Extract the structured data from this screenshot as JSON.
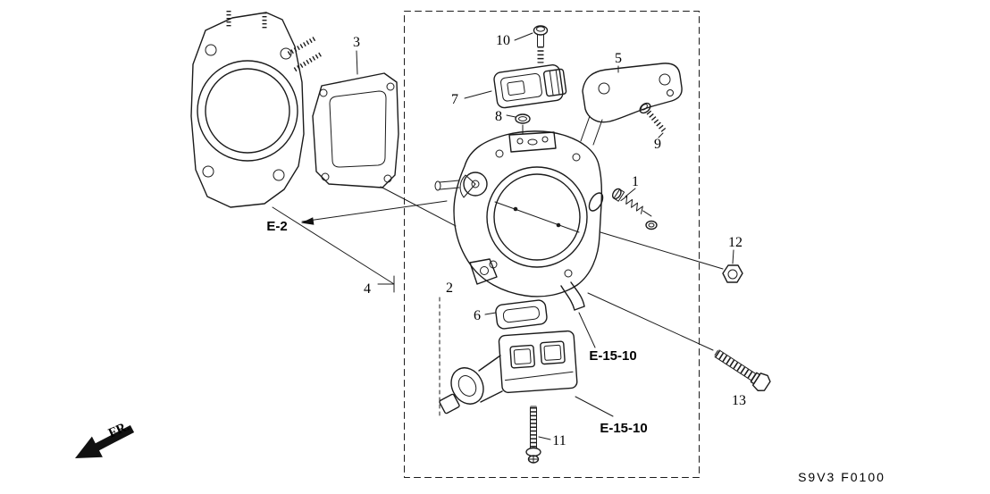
{
  "figure": {
    "callouts": [
      "1",
      "2",
      "3",
      "4",
      "5",
      "6",
      "7",
      "8",
      "9",
      "10",
      "11",
      "12",
      "13"
    ],
    "references": {
      "e2": "E-2",
      "e15_upper": "E-15-10",
      "e15_lower": "E-15-10"
    },
    "front_label": "FR.",
    "code": "S9V3  F0100"
  }
}
